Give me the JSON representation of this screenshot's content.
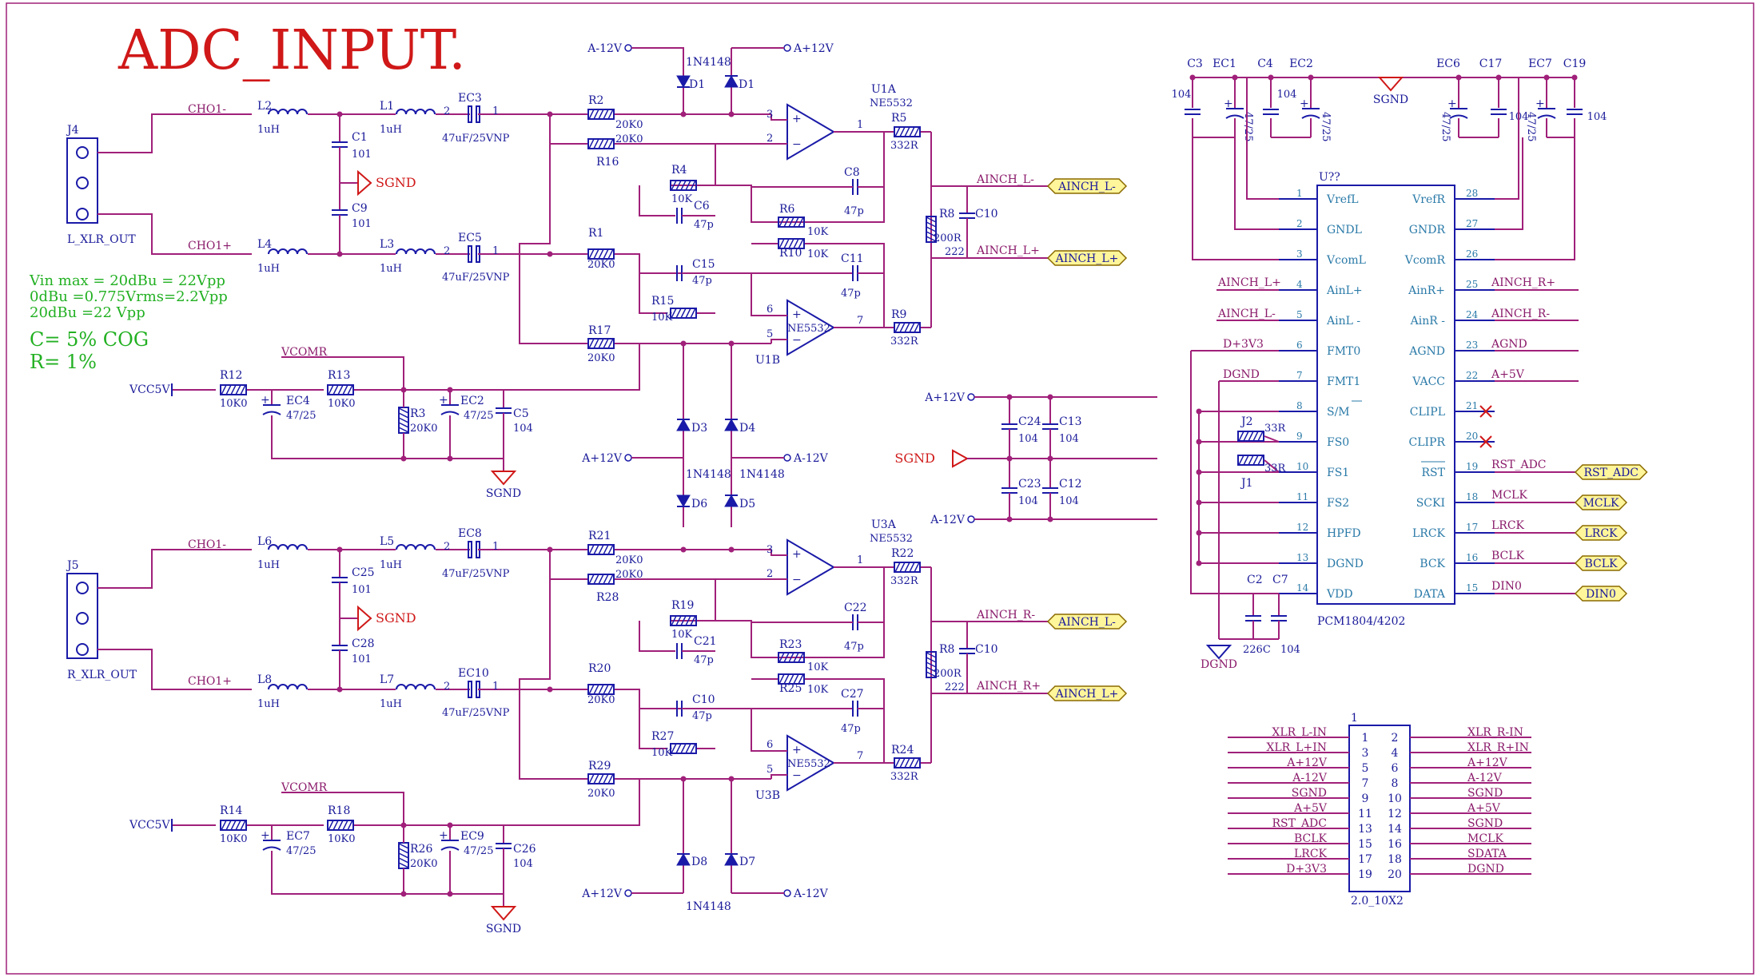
{
  "title": "ADC_INPUT.",
  "colors": {
    "title": "#e01818",
    "wire": "#a0207a",
    "part": "#1a1aa8",
    "note": "#22b022",
    "port_fill": "#fff59a"
  },
  "notes": [
    "Vin max = 20dBu = 22Vpp",
    "0dBu =0.775Vrms=2.2Vpp",
    "20dBu =22 Vpp",
    "C= 5%  COG",
    "R= 1%"
  ],
  "connectors": {
    "j4": {
      "ref": "J4",
      "name": "L_XLR_OUT"
    },
    "j5": {
      "ref": "J5",
      "name": "R_XLR_OUT"
    }
  },
  "nets": {
    "cho_minus": "CHO1-",
    "cho_plus": "CHO1+",
    "vcomr": "VCOMR",
    "vcc5v": "VCC5V",
    "sgnd": "SGND",
    "dgnd": "DGND",
    "a12p": "A+12V",
    "a12n": "A-12V"
  },
  "values": {
    "inductor": "1uH",
    "cap101": "101",
    "ec47": "47uF/25VNP",
    "r20k": "20K0",
    "r10k": "10K",
    "r10k0": "10K0",
    "c47p": "47p",
    "r332": "332R",
    "r200": "200R",
    "c222": "222",
    "c104": "104",
    "ec4725": "47/25",
    "diode": "1N4148",
    "opamp": "NE5532",
    "r33": "33R",
    "c226": "226C"
  },
  "top_channel": {
    "l": [
      "L2",
      "L1",
      "L4",
      "L3"
    ],
    "c": [
      "C1",
      "C9"
    ],
    "ec": [
      "EC3",
      "EC5"
    ],
    "r": [
      "R2",
      "R16",
      "R1",
      "R17",
      "R4",
      "R6",
      "R10",
      "R15",
      "R5",
      "R9",
      "R8"
    ],
    "caps": [
      "C6",
      "C8",
      "C11",
      "C15",
      "C10"
    ],
    "diodes": [
      "D1",
      "D1",
      "D3",
      "D4",
      "D6",
      "D5"
    ],
    "u": [
      "U1A",
      "U1B"
    ],
    "bias": [
      "R12",
      "R13",
      "EC4",
      "R3",
      "EC2",
      "C5"
    ],
    "out": [
      "AINCH_L-",
      "AINCH_L+"
    ]
  },
  "bottom_channel": {
    "l": [
      "L6",
      "L5",
      "L8",
      "L7"
    ],
    "c": [
      "C25",
      "C28"
    ],
    "ec": [
      "EC8",
      "EC10"
    ],
    "r": [
      "R21",
      "R28",
      "R20",
      "R29",
      "R19",
      "R23",
      "R25",
      "R27",
      "R22",
      "R24",
      "R8"
    ],
    "caps": [
      "C21",
      "C22",
      "C27",
      "C10"
    ],
    "diodes": [
      "D8",
      "D7"
    ],
    "u": [
      "U3A",
      "U3B"
    ],
    "bias": [
      "R14",
      "R18",
      "EC7",
      "R26",
      "EC9",
      "C26"
    ],
    "out": [
      "AINCH_R-",
      "AINCH_R+"
    ],
    "port_labels": [
      "AINCH_L-",
      "AINCH_L+"
    ]
  },
  "supply_caps": [
    "C24",
    "C13",
    "C23",
    "C12"
  ],
  "adc": {
    "ref": "U??",
    "part": "PCM1804/4202",
    "left_pins": [
      {
        "n": "1",
        "name": "VrefL"
      },
      {
        "n": "2",
        "name": "GNDL"
      },
      {
        "n": "3",
        "name": "VcomL"
      },
      {
        "n": "4",
        "name": "AinL+"
      },
      {
        "n": "5",
        "name": "AinL -"
      },
      {
        "n": "6",
        "name": "FMT0"
      },
      {
        "n": "7",
        "name": "FMT1"
      },
      {
        "n": "8",
        "name": "S/M"
      },
      {
        "n": "9",
        "name": "FS0"
      },
      {
        "n": "10",
        "name": "FS1"
      },
      {
        "n": "11",
        "name": "FS2"
      },
      {
        "n": "12",
        "name": "HPFD"
      },
      {
        "n": "13",
        "name": "DGND"
      },
      {
        "n": "14",
        "name": "VDD"
      }
    ],
    "right_pins": [
      {
        "n": "28",
        "name": "VrefR"
      },
      {
        "n": "27",
        "name": "GNDR"
      },
      {
        "n": "26",
        "name": "VcomR"
      },
      {
        "n": "25",
        "name": "AinR+"
      },
      {
        "n": "24",
        "name": "AinR -"
      },
      {
        "n": "23",
        "name": "AGND"
      },
      {
        "n": "22",
        "name": "VACC"
      },
      {
        "n": "21",
        "name": "CLIPL"
      },
      {
        "n": "20",
        "name": "CLIPR"
      },
      {
        "n": "19",
        "name": "RST"
      },
      {
        "n": "18",
        "name": "SCKI"
      },
      {
        "n": "17",
        "name": "LRCK"
      },
      {
        "n": "16",
        "name": "BCK"
      },
      {
        "n": "15",
        "name": "DATA"
      }
    ],
    "left_nets": [
      "AINCH_L+",
      "AINCH_L-",
      "D+3V3",
      "DGND"
    ],
    "right_nets": [
      "AINCH_R+",
      "AINCH_R-",
      "AGND",
      "A+5V",
      "RST_ADC",
      "MCLK",
      "LRCK",
      "BCLK",
      "DIN0"
    ],
    "ports": [
      "RST_ADC",
      "MCLK",
      "LRCK",
      "BCLK",
      "DIN0"
    ],
    "decoupling": {
      "refs": [
        "C3",
        "EC1",
        "C4",
        "EC2",
        "EC6",
        "C17",
        "EC7",
        "C19"
      ],
      "vals": [
        "104",
        "47/25",
        "104",
        "47/25",
        "47/25",
        "104",
        "47/25",
        "104"
      ]
    },
    "jumpers": [
      "J2",
      "J1"
    ],
    "vdd_caps": [
      "C2",
      "C7"
    ]
  },
  "header": {
    "pin1": "1",
    "footprint": "2.0_10X2",
    "left_nets": [
      "XLR_L-IN",
      "XLR_L+IN",
      "A+12V",
      "A-12V",
      "SGND",
      "A+5V",
      "RST_ADC",
      "BCLK",
      "LRCK",
      "D+3V3"
    ],
    "right_nets": [
      "XLR_R-IN",
      "XLR_R+IN",
      "A+12V",
      "A-12V",
      "SGND",
      "A+5V",
      "SGND",
      "MCLK",
      "SDATA",
      "DGND"
    ],
    "left_pins": [
      "1",
      "3",
      "5",
      "7",
      "9",
      "11",
      "13",
      "15",
      "17",
      "19"
    ],
    "right_pins": [
      "2",
      "4",
      "6",
      "8",
      "10",
      "12",
      "14",
      "16",
      "18",
      "20"
    ]
  }
}
